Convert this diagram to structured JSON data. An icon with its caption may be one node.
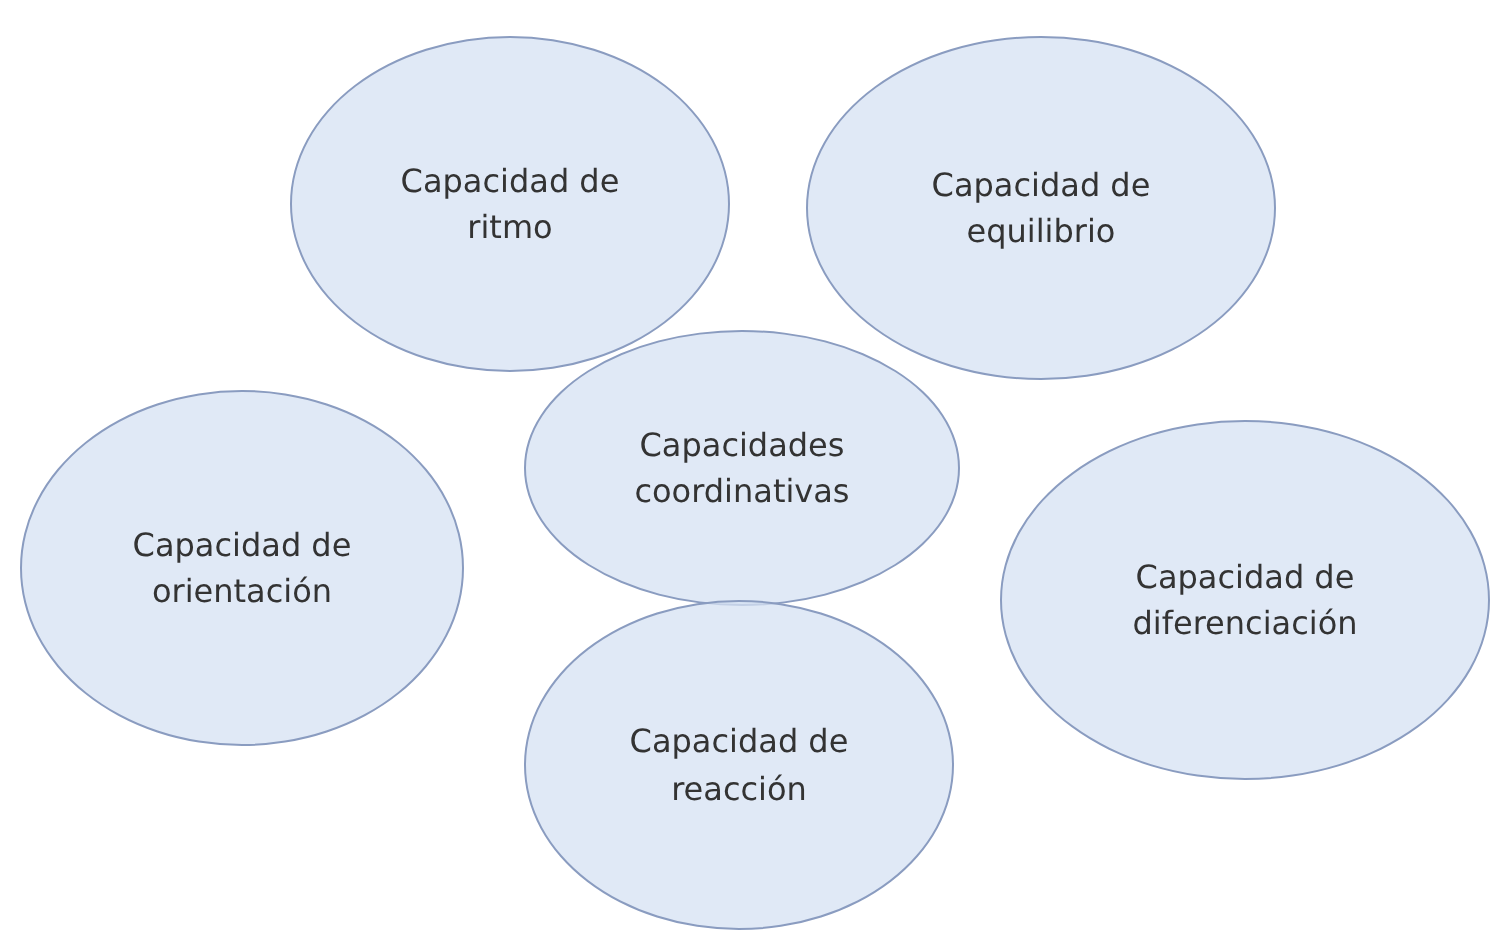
{
  "diagram": {
    "nodes": [
      {
        "text": [
          "Capacidad de ritmo"
        ]
      },
      {
        "text": [
          "Capacidad de equilibrio"
        ]
      },
      {
        "text": [
          "Capacidades coordinativas"
        ]
      },
      {
        "text": [
          "Capacidad de orientación"
        ]
      },
      {
        "text": [
          "Capacidad de diferenciación"
        ]
      },
      {
        "text": [
          "Capacidad de reacción"
        ]
      }
    ]
  }
}
